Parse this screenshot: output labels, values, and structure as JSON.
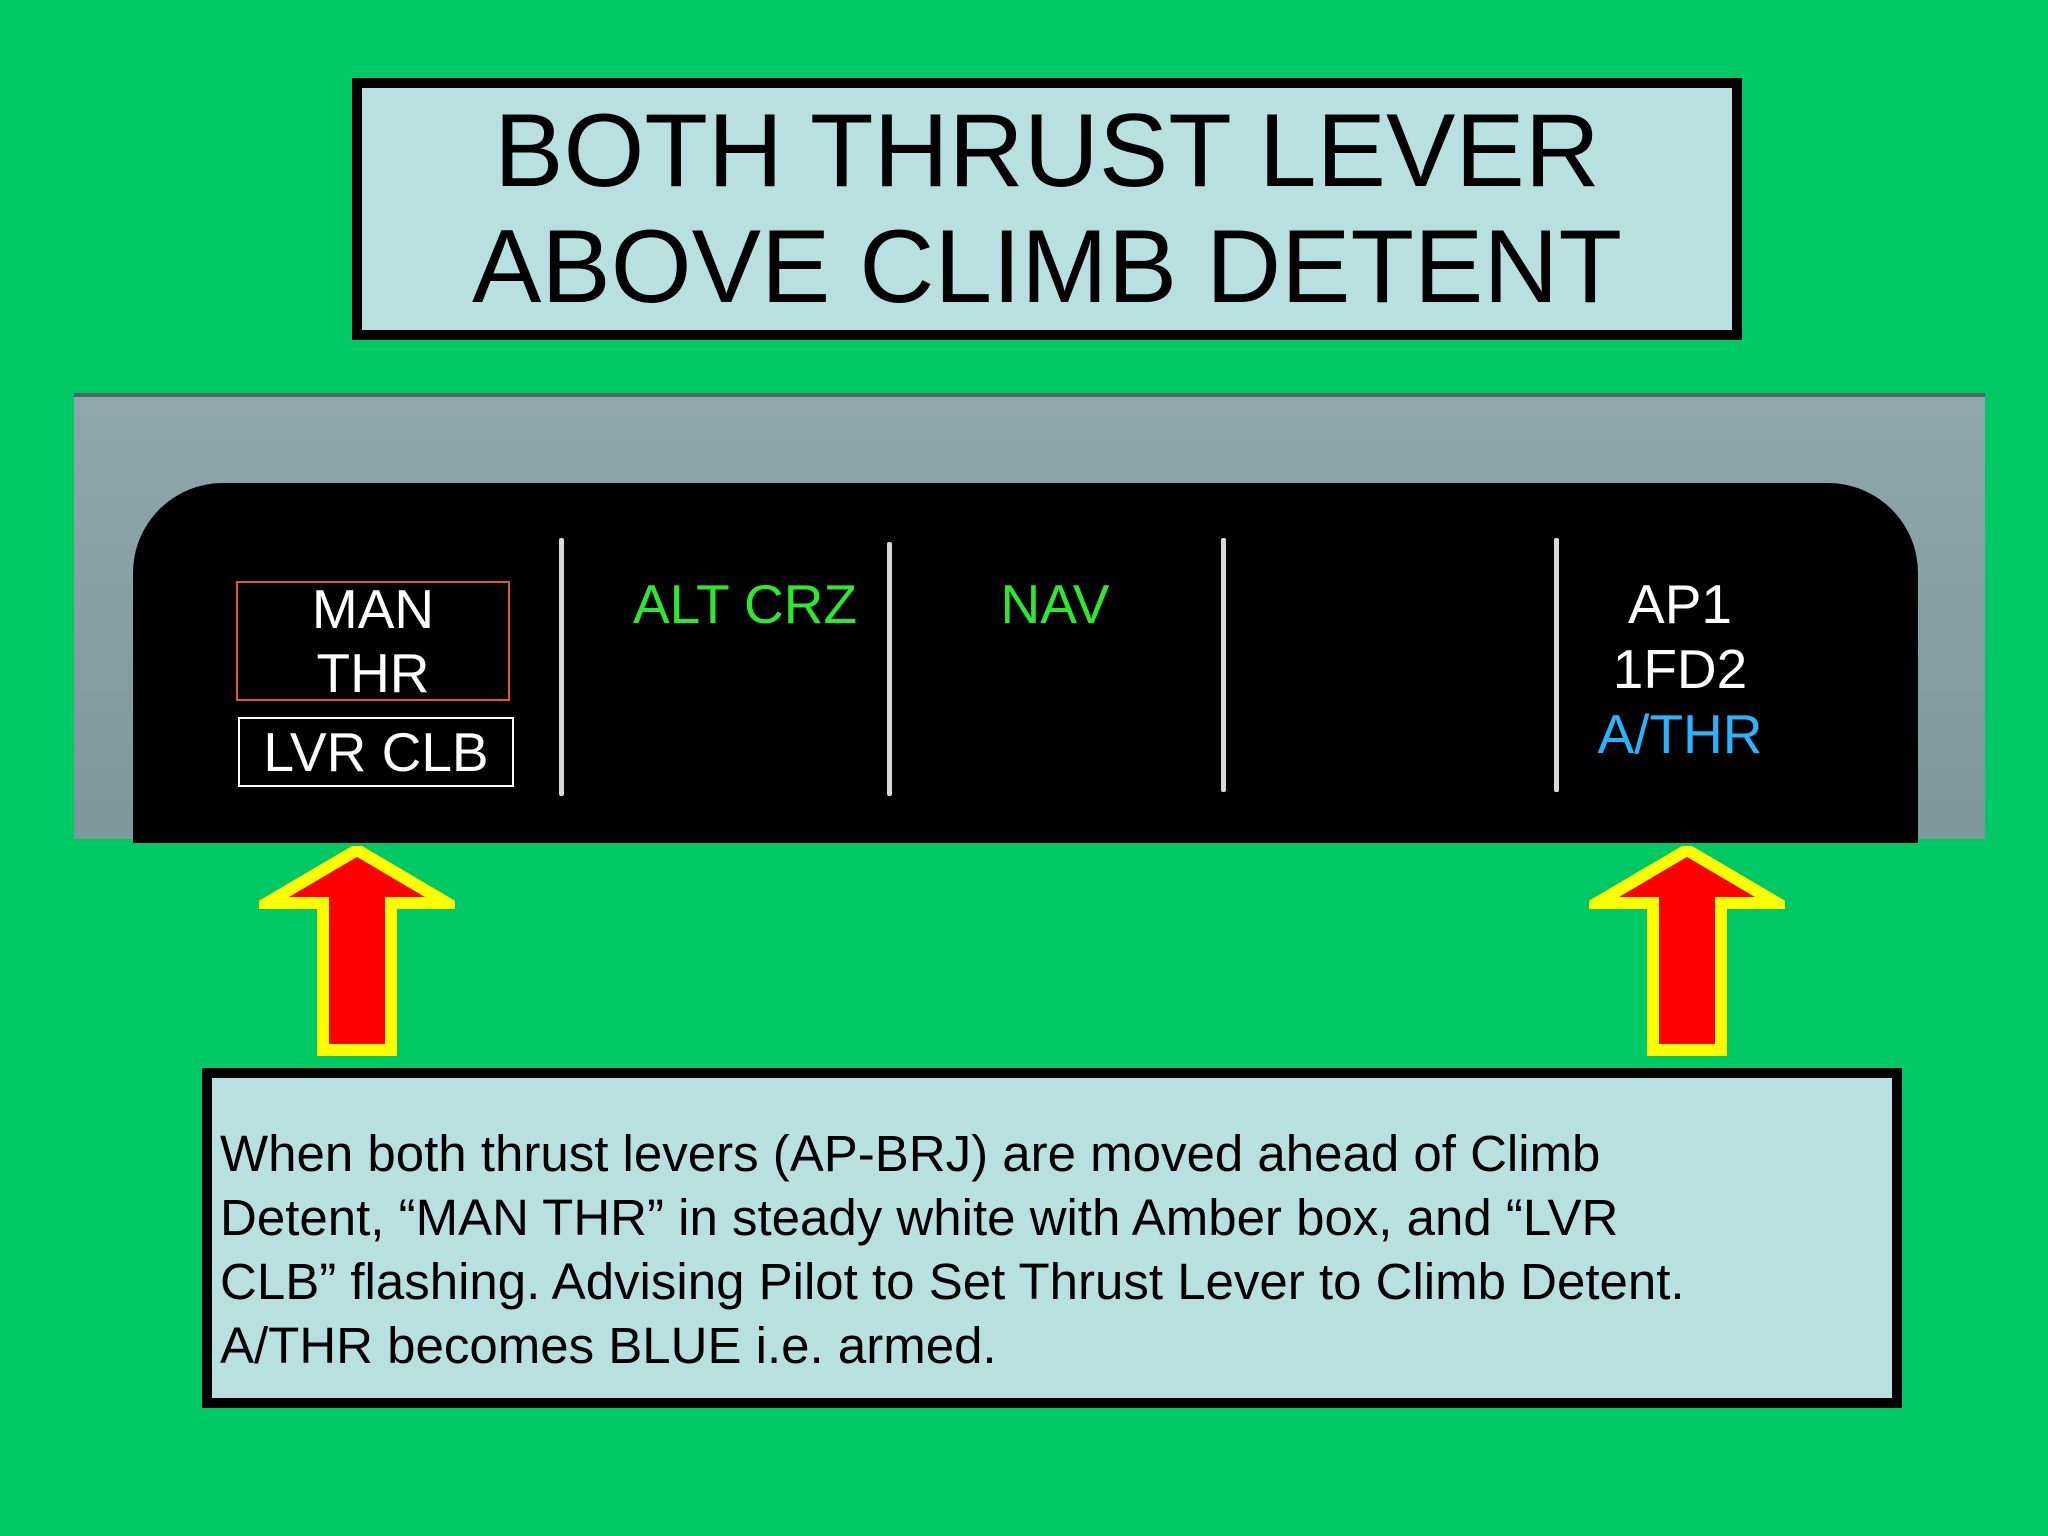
{
  "title": {
    "line1": "BOTH THRUST LEVER",
    "line2": "ABOVE CLIMB DETENT"
  },
  "fma": {
    "col1": {
      "man_thr_line1": "MAN",
      "man_thr_line2": "THR",
      "lvr_clb": "LVR CLB"
    },
    "col2": {
      "text": "ALT CRZ"
    },
    "col3": {
      "text": "NAV"
    },
    "col5": {
      "line1": "AP1",
      "line2": "1FD2",
      "line3": "A/THR"
    }
  },
  "note": {
    "line1": "When both thrust levers (AP-BRJ) are moved ahead of Climb",
    "line2": "Detent, “MAN THR” in steady white with Amber box, and “LVR",
    "line3": "CLB” flashing. Advising Pilot to Set Thrust Lever to Climb Detent.",
    "line4": "A/THR becomes BLUE i.e. armed."
  },
  "colors": {
    "background": "#00c864",
    "panel": "#b9e0e0",
    "fma_green": "#2ee82e",
    "fma_white": "#ffffff",
    "fma_blue": "#2ab4ff",
    "amber_box": "#e1581b",
    "arrow_fill": "#ff0000",
    "arrow_outline": "#ffff00"
  }
}
